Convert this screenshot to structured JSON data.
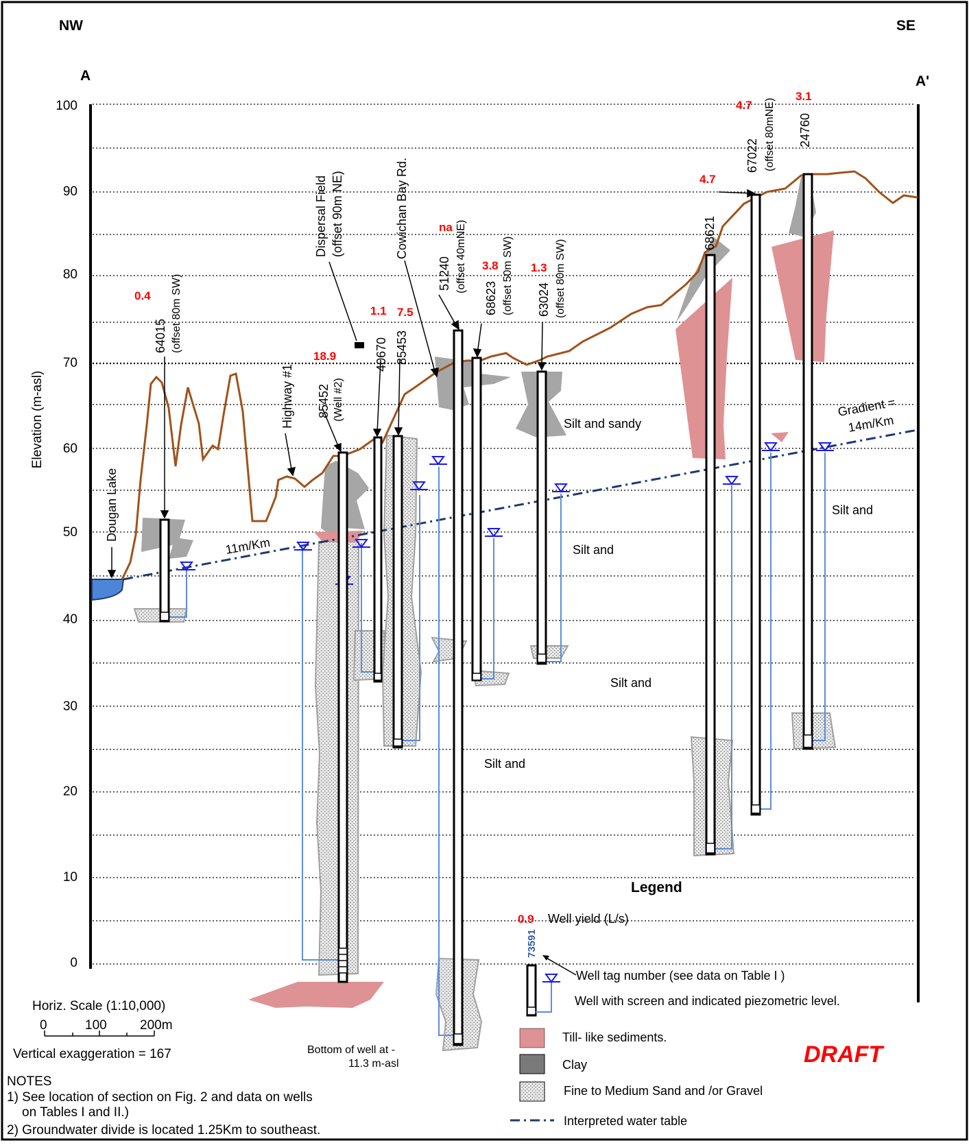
{
  "header": {
    "left_dir": "NW",
    "right_dir": "SE",
    "left_point": "A",
    "right_point": "A'"
  },
  "y_axis": {
    "label": "Elevation (m-asl)",
    "ticks": [
      "100",
      "90",
      "80",
      "70",
      "60",
      "50",
      "40",
      "30",
      "20",
      "10",
      "0"
    ]
  },
  "features": {
    "lake": "Dougan Lake",
    "highway": "Highway #1",
    "dispersal": "Dispersal Field",
    "dispersal_offset": "(offset 90m NE)",
    "road": "Cowichan Bay Rd."
  },
  "wells": [
    {
      "tag": "64015",
      "note": "(offset 80m SW)",
      "yield": "0.4"
    },
    {
      "tag": "85452",
      "note": "(Well #2)",
      "yield": "18.9"
    },
    {
      "tag": "40670",
      "note": "",
      "yield": "1.1"
    },
    {
      "tag": "85453",
      "note": "",
      "yield": "7.5"
    },
    {
      "tag": "51240",
      "note": "(offset 40mNE)",
      "yield": "na"
    },
    {
      "tag": "68623",
      "note": "(offset 50m SW)",
      "yield": "3.8"
    },
    {
      "tag": "63024",
      "note": "(offset 80m SW)",
      "yield": "1.3"
    },
    {
      "tag": "68621",
      "note": "",
      "yield": "4.7"
    },
    {
      "tag": "67022",
      "note": "(offset 80mNE)",
      "yield": "4.7"
    },
    {
      "tag": "24760",
      "note": "",
      "yield": "3.1"
    }
  ],
  "unit_labels": {
    "silt_sandy": "Silt and sandy",
    "silt_1": "Silt and",
    "silt_2": "Silt and",
    "silt_3": "Silt and",
    "silt_4": "Silt and"
  },
  "gradients": {
    "left": "11m/Km",
    "right_1": "Gradient =",
    "right_2": "14m/Km"
  },
  "bottom_note": {
    "line1": "Bottom of well at -",
    "line2": "11.3 m-asl"
  },
  "scale": {
    "title": "Horiz. Scale (1:10,000)",
    "t0": "0",
    "t1": "100",
    "t2": "200m",
    "vert": "Vertical exaggeration =  167"
  },
  "notes": {
    "title": "NOTES",
    "n1a": "1)  See location of section on Fig. 2 and data on wells",
    "n1b": "on Tables I and II.)",
    "n2": "2)  Groundwater divide is located 1.25Km to southeast."
  },
  "legend": {
    "title": "Legend",
    "yield_value": "0.9",
    "yield_label": "Well yield (L/s)",
    "tag_example": "73591",
    "tag_label": "Well tag number (see data on Table I )",
    "well_label": "Well with screen and  indicated piezometric level.",
    "till": "Till- like sediments.",
    "clay": "Clay",
    "sand": "Fine to Medium Sand and /or Gravel",
    "wt": "Interpreted water table"
  },
  "stamp": "DRAFT",
  "colors": {
    "ground": "#a0521a",
    "till": "#de9294",
    "clay": "#a6a6a6",
    "sand": "#e6e6e6",
    "water": "#4d86d8",
    "water_table": "#1d3b6b",
    "piezo": "#1a1af0",
    "red": "#ff0000"
  }
}
